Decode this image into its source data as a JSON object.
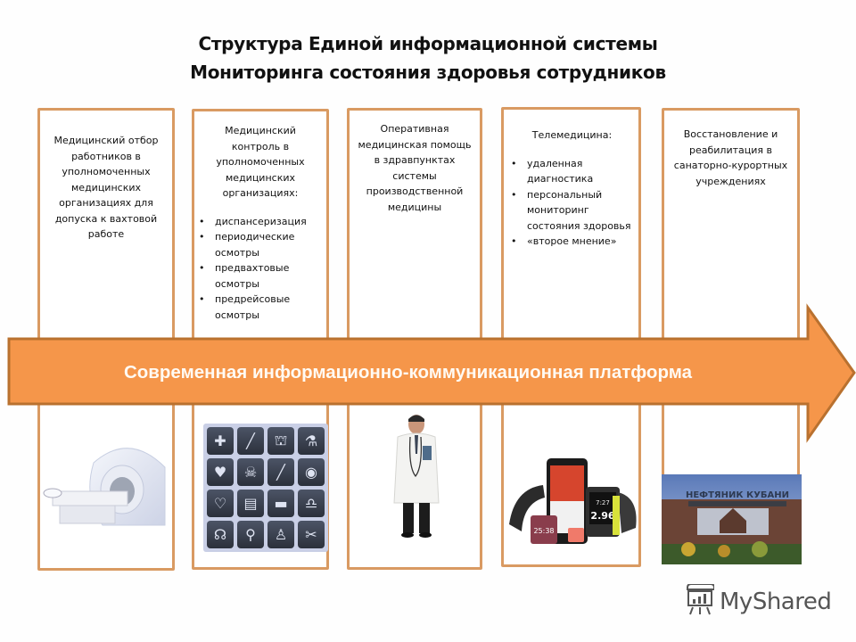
{
  "title": {
    "line1": "Структура Единой информационной системы",
    "line2": "Мониторинга состояния здоровья сотрудников"
  },
  "colors": {
    "card_border": "#d99a62",
    "arrow_fill": "#f5964a",
    "arrow_stroke": "#b9712f",
    "arrow_text": "#fffaf3"
  },
  "cards": [
    {
      "heading": "Медицинский отбор работников в уполномоченных медицинских организациях  для допуска к  вахтовой работе",
      "items": [],
      "image": "mri-scanner-image"
    },
    {
      "heading": "Медицинский контроль в уполномоченных медицинских организациях:",
      "items": [
        "диспансеризация",
        "периодические осмотры",
        "предвахтовые осмотры",
        "предрейсовые осмотры"
      ],
      "image": "medical-icons-grid"
    },
    {
      "heading": "Оперативная медицинская помощь в здравпунктах системы производственной медицины",
      "items": [],
      "image": "doctor-image"
    },
    {
      "heading": "Телемедицина:",
      "items": [
        "удаленная диагностика",
        "персональный мониторинг состояния здоровья",
        "«второе мнение»"
      ],
      "image": "wearable-devices-image"
    },
    {
      "heading": "Восстановление и реабилитация в санаторно-курортных учреждениях",
      "items": [],
      "image": "sanatorium-building-image",
      "image_sign": "НЕФТЯНИК КУБАНИ"
    }
  ],
  "arrow": {
    "label": "Современная информационно-коммуникационная платформа"
  },
  "medical_icons": [
    "cross",
    "syringe",
    "tooth",
    "flasks",
    "heart-anatomy",
    "skull",
    "thermometer",
    "eye",
    "heartbeat",
    "clipboard",
    "ambulance",
    "lungs",
    "stethoscope",
    "microscope",
    "torso",
    "scissors"
  ],
  "watermark": {
    "text": "MyShared"
  },
  "devices": {
    "watch_time": "25:38",
    "watch_time2": "7:27",
    "distance": "2.96"
  }
}
